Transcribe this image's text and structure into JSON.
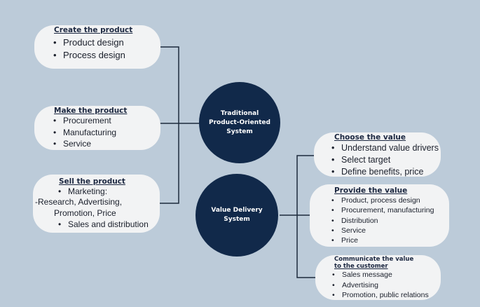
{
  "colors": {
    "background": "#bccbd9",
    "box": "#f2f3f4",
    "circle": "#11294a",
    "line": "#1d2a3c"
  },
  "circles": {
    "traditional": "Traditional Product-Oriented System",
    "value_delivery": "Value Delivery System"
  },
  "left_boxes": {
    "create": {
      "title": "Create the product",
      "items": [
        "Product design",
        "Process design"
      ]
    },
    "make": {
      "title": "Make the product",
      "items": [
        "Procurement",
        "Manufacturing",
        "Service"
      ]
    },
    "sell": {
      "title": "Sell the product",
      "marketing": "Marketing:",
      "line2": "-Research, Advertising,",
      "line3": "Promotion, Price",
      "sales": "Sales and distribution"
    }
  },
  "right_boxes": {
    "choose": {
      "title": "Choose the value",
      "items": [
        "Understand value drivers",
        "Select target",
        "Define benefits, price"
      ]
    },
    "provide": {
      "title": "Provide the value",
      "items": [
        "Product, process design",
        "Procurement, manufacturing",
        "Distribution",
        "Service",
        "Price"
      ]
    },
    "communicate": {
      "title_line1": "Communicate the value",
      "title_line2": "to the customer",
      "items": [
        "Sales message",
        "Advertising",
        "Promotion, public relations"
      ]
    }
  }
}
